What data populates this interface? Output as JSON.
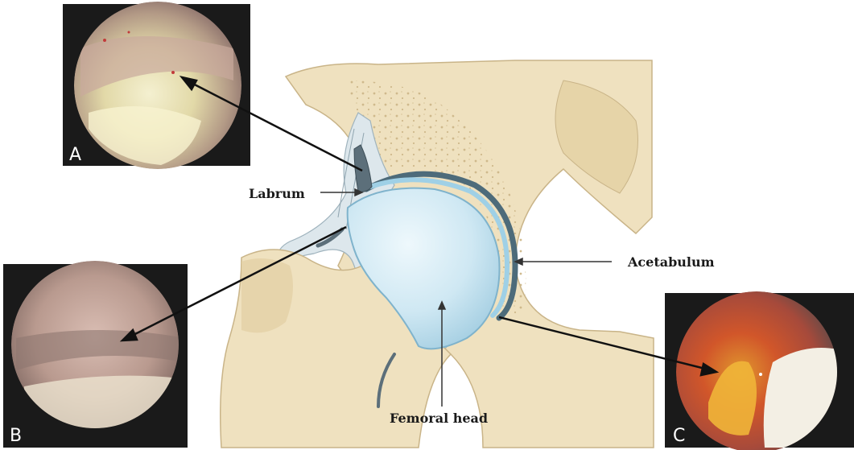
{
  "labels": {
    "labrum": "Labrum",
    "acetabulum": "Acetabulum",
    "femoral_head": "Femoral head"
  },
  "panels": {
    "a": "A",
    "b": "B",
    "c": "C"
  },
  "colors": {
    "bone": "#efe1bf",
    "bone_shade": "#dcc89c",
    "cancellous": "#e7d6ad",
    "cartilage": "#bfe0ee",
    "cartilage_edge": "#7fb3cc",
    "labrum_dark": "#5c6f7a",
    "capsule": "#d8e4ea",
    "arrow": "#111111"
  }
}
